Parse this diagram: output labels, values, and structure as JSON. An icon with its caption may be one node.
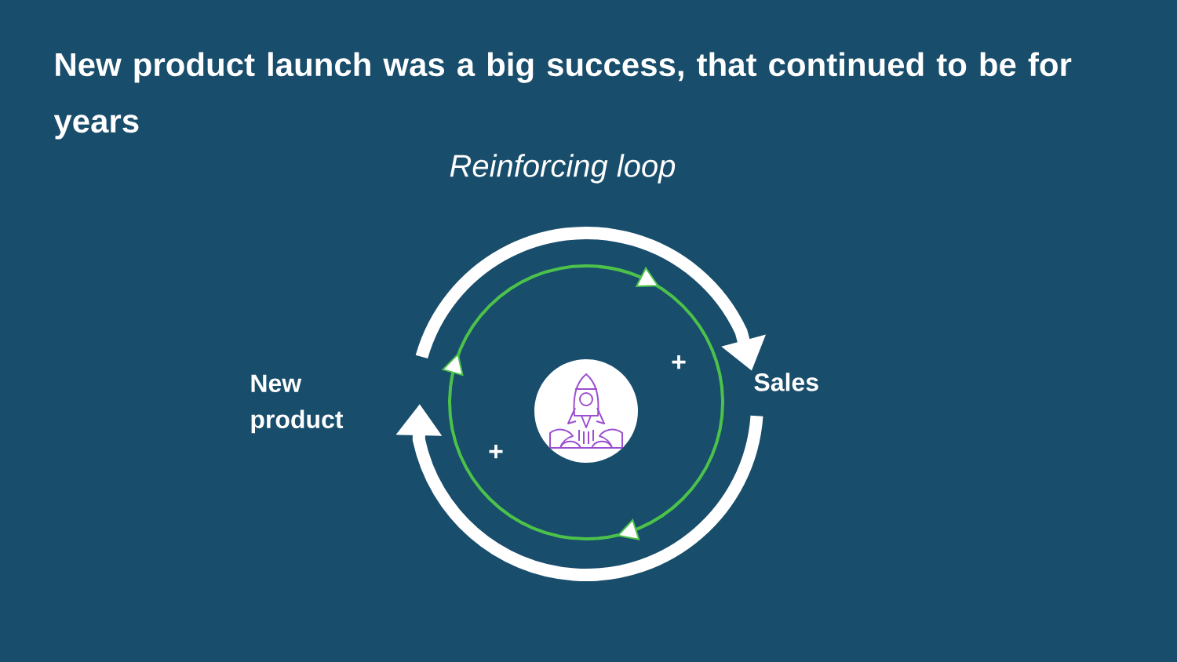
{
  "diagram": {
    "title": "New product launch was a big success, that continued to be for years",
    "nodes": [
      {
        "text": [
          "New product"
        ]
      },
      {
        "text": [
          "Sales"
        ]
      }
    ],
    "edges": [
      {
        "from": 0,
        "to": 1,
        "arrow": "to"
      },
      {
        "from": 1,
        "to": 0,
        "arrow": "to"
      }
    ],
    "labels": [
      "Reinforcing loop",
      "+",
      "+"
    ]
  }
}
